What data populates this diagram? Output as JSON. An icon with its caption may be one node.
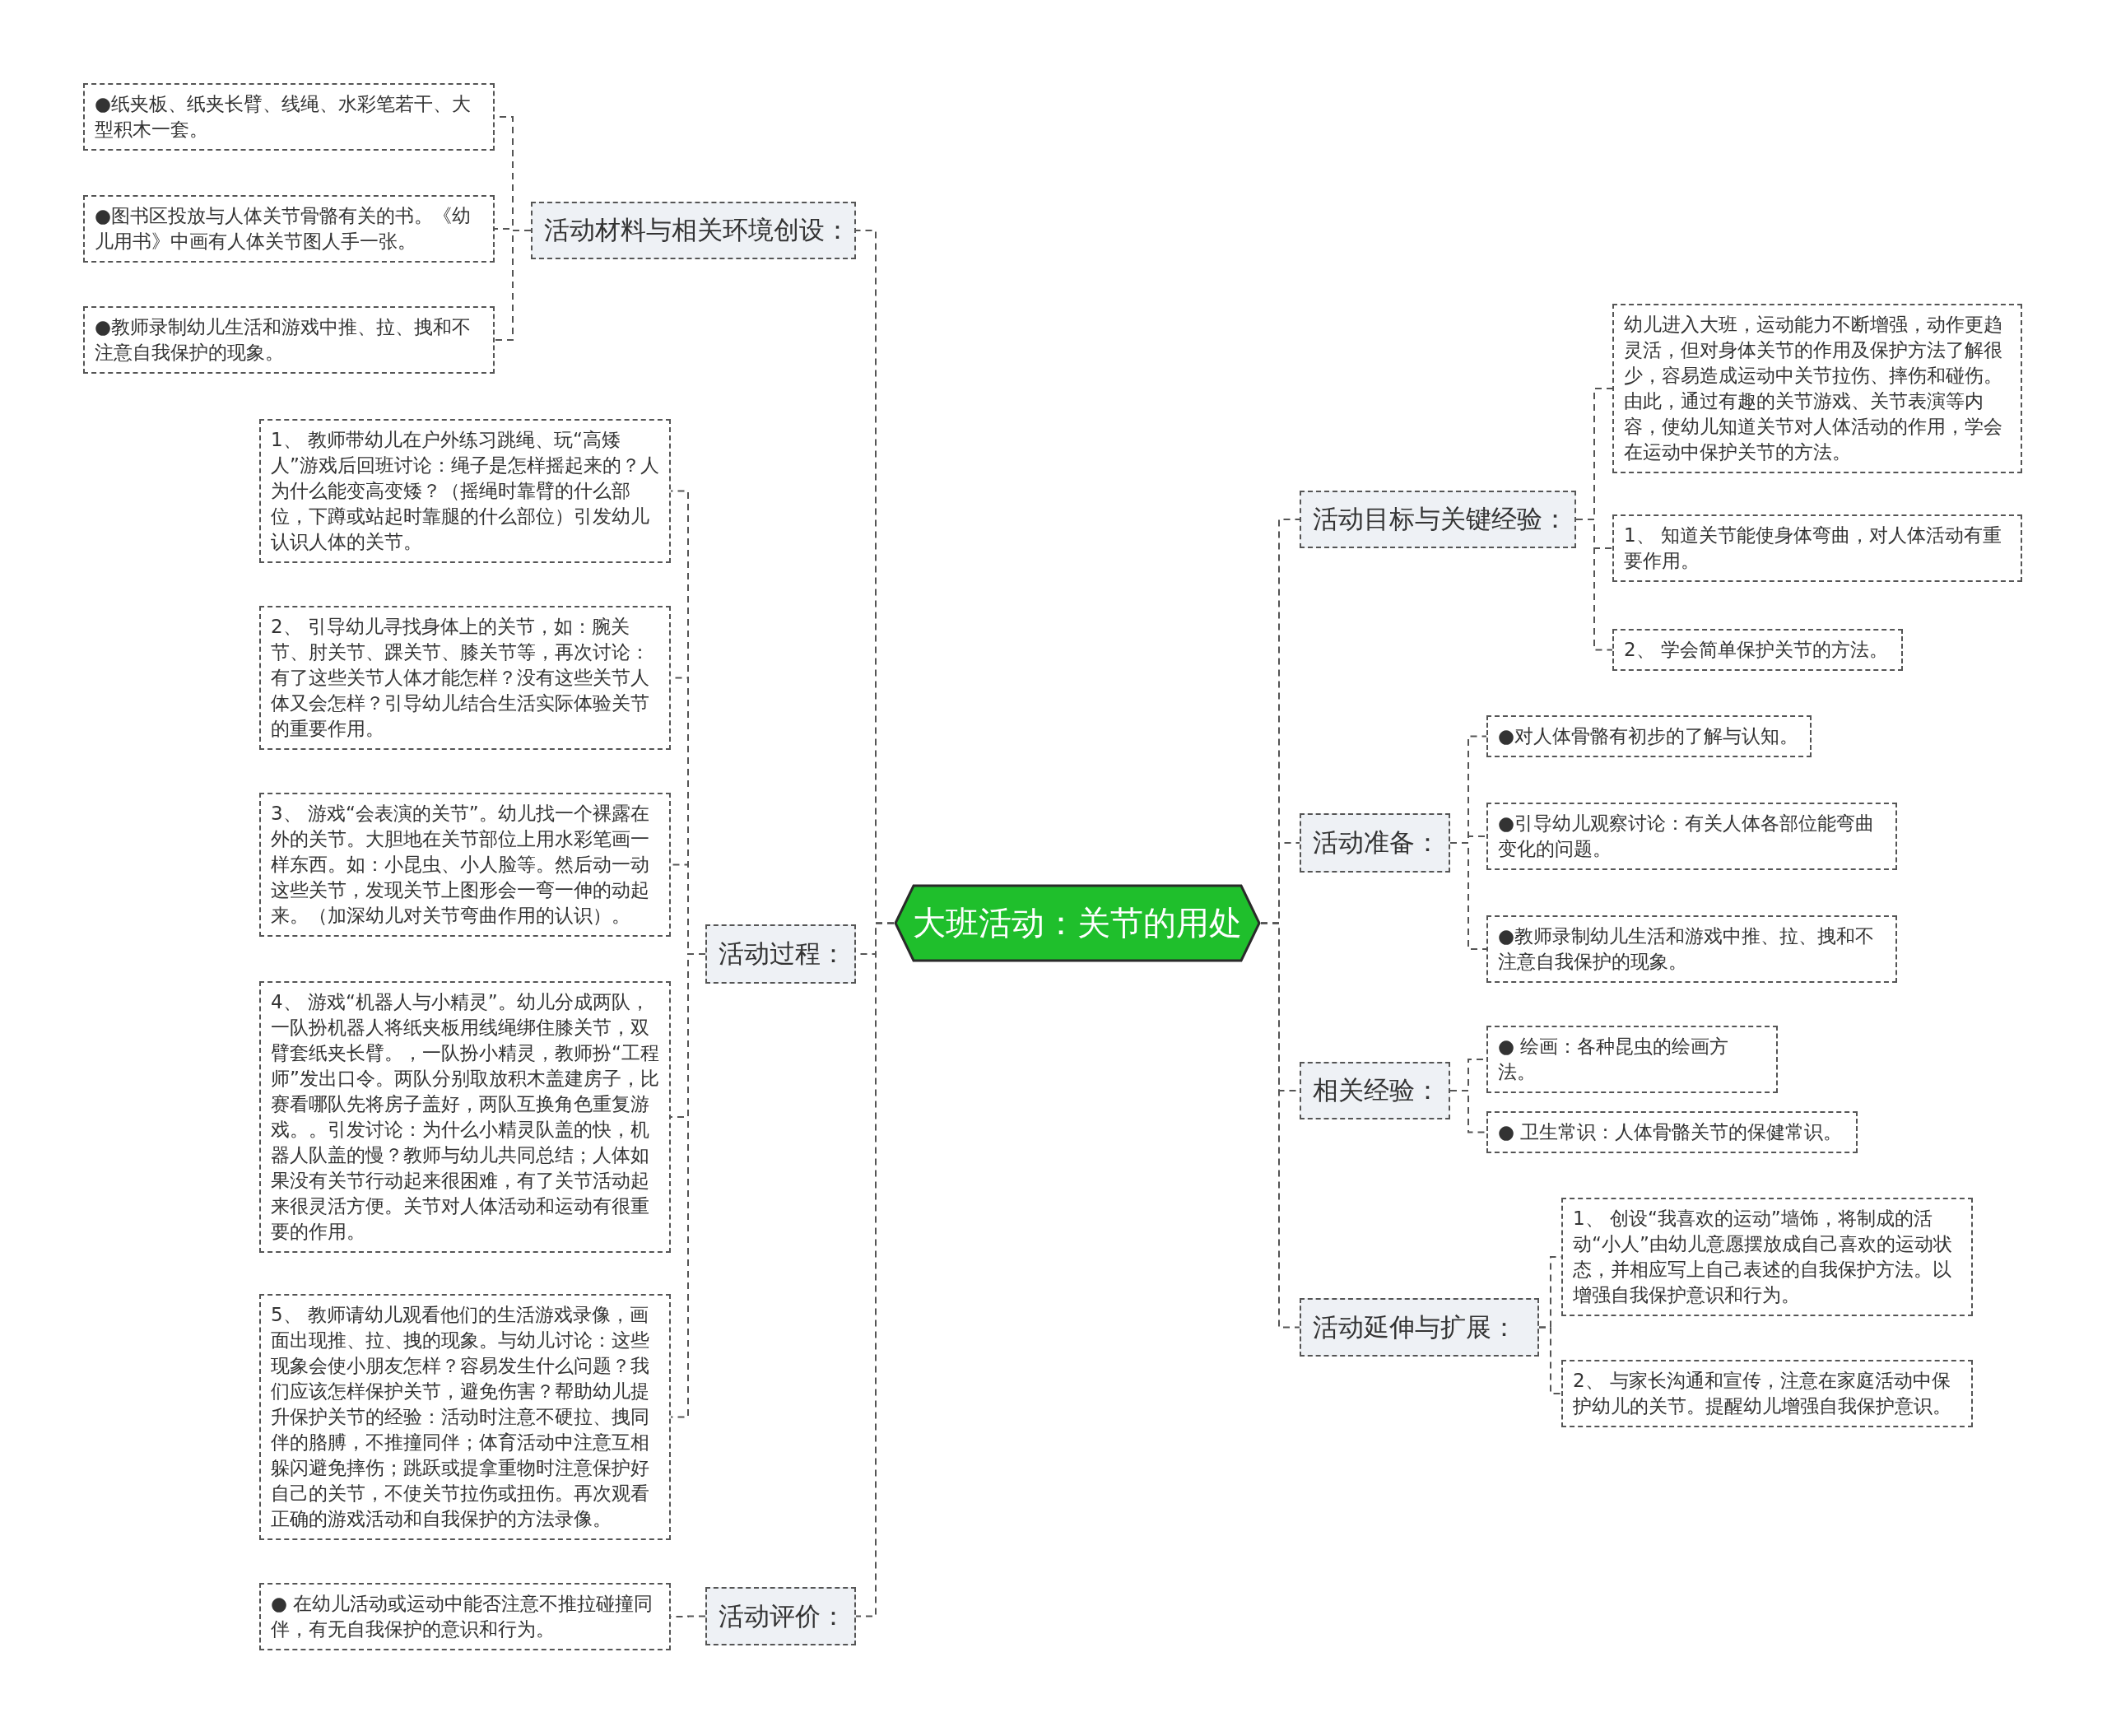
{
  "diagram": {
    "nodes": [
      {
        "text": [
          "大班活动：关节的用处"
        ]
      },
      {
        "text": [
          "活动材料与相关环境创设："
        ]
      },
      {
        "text": [
          "●纸夹板、纸夹长臂、线绳、水彩笔若干、大型积木一套。"
        ]
      },
      {
        "text": [
          "●图书区投放与人体关节骨骼有关的书。《幼儿用书》中画有人体关节图人手一张。"
        ]
      },
      {
        "text": [
          "●教师录制幼儿生活和游戏中推、拉、拽和不注意自我保护的现象。"
        ]
      },
      {
        "text": [
          "活动过程："
        ]
      },
      {
        "text": [
          "1、 教师带幼儿在户外练习跳绳、玩“高矮人”游戏后回班讨论：绳子是怎样摇起来的？人为什么能变高变矮？（摇绳时靠臂的什么部位，下蹲或站起时靠腿的什么部位）引发幼儿认识人体的关节。"
        ]
      },
      {
        "text": [
          "2、 引导幼儿寻找身体上的关节，如：腕关节、肘关节、踝关节、膝关节等，再次讨论：有了这些关节人体才能怎样？没有这些关节人体又会怎样？引导幼儿结合生活实际体验关节的重要作用。"
        ]
      },
      {
        "text": [
          "3、 游戏“会表演的关节”。幼儿找一个裸露在外的关节。大胆地在关节部位上用水彩笔画一样东西。如：小昆虫、小人脸等。然后动一动这些关节，发现关节上图形会一弯一伸的动起来。（加深幼儿对关节弯曲作用的认识）。"
        ]
      },
      {
        "text": [
          "4、 游戏“机器人与小精灵”。幼儿分成两队，一队扮机器人将纸夹板用线绳绑住膝关节，双臂套纸夹长臂。，一队扮小精灵，教师扮“工程师”发出口令。两队分别取放积木盖建房子，比赛看哪队先将房子盖好，两队互换角色重复游戏。。引发讨论：为什么小精灵队盖的快，机器人队盖的慢？教师与幼儿共同总结；人体如果没有关节行动起来很困难，有了关节活动起来很灵活方便。关节对人体活动和运动有很重要的作用。"
        ]
      },
      {
        "text": [
          "5、 教师请幼儿观看他们的生活游戏录像，画面出现推、拉、拽的现象。与幼儿讨论：这些现象会使小朋友怎样？容易发生什么问题？我们应该怎样保护关节，避免伤害？帮助幼儿提升保护关节的经验：活动时注意不硬拉、拽同伴的胳膊，不推撞同伴；体育活动中注意互相躲闪避免摔伤；跳跃或提拿重物时注意保护好自己的关节，不使关节拉伤或扭伤。再次观看正确的游戏活动和自我保护的方法录像。"
        ]
      },
      {
        "text": [
          "活动评价："
        ]
      },
      {
        "text": [
          "● 在幼儿活动或运动中能否注意不推拉碰撞同伴，有无自我保护的意识和行为。"
        ]
      },
      {
        "text": [
          "活动目标与关键经验："
        ]
      },
      {
        "text": [
          "幼儿进入大班，运动能力不断增强，动作更趋灵活，但对身体关节的作用及保护方法了解很少，容易造成运动中关节拉伤、摔伤和碰伤。由此，通过有趣的关节游戏、关节表演等内容，使幼儿知道关节对人体活动的作用，学会在运动中保护关节的方法。"
        ]
      },
      {
        "text": [
          "1、 知道关节能使身体弯曲，对人体活动有重要作用。"
        ]
      },
      {
        "text": [
          "2、 学会简单保护关节的方法。"
        ]
      },
      {
        "text": [
          "活动准备："
        ]
      },
      {
        "text": [
          "●对人体骨骼有初步的了解与认知。"
        ]
      },
      {
        "text": [
          "●引导幼儿观察讨论：有关人体各部位能弯曲变化的问题。"
        ]
      },
      {
        "text": [
          "●教师录制幼儿生活和游戏中推、拉、拽和不注意自我保护的现象。"
        ]
      },
      {
        "text": [
          "相关经验："
        ]
      },
      {
        "text": [
          "● 绘画：各种昆虫的绘画方法。"
        ]
      },
      {
        "text": [
          "● 卫生常识：人体骨骼关节的保健常识。"
        ]
      },
      {
        "text": [
          "活动延伸与扩展："
        ]
      },
      {
        "text": [
          "1、 创设“我喜欢的运动”墙饰，将制成的活动“小人”由幼儿意愿摆放成自己喜欢的运动状态，并相应写上自己表述的自我保护方法。以增强自我保护意识和行为。"
        ]
      },
      {
        "text": [
          "2、 与家长沟通和宣传，注意在家庭活动中保护幼儿的关节。提醒幼儿增强自我保护意识。"
        ]
      }
    ],
    "edges": [
      {
        "from": 0,
        "to": 1,
        "arrow": "none",
        "style": "dashed"
      },
      {
        "from": 1,
        "to": 2,
        "arrow": "none",
        "style": "dashed"
      },
      {
        "from": 1,
        "to": 3,
        "arrow": "none",
        "style": "dashed"
      },
      {
        "from": 1,
        "to": 4,
        "arrow": "none",
        "style": "dashed"
      },
      {
        "from": 0,
        "to": 5,
        "arrow": "none",
        "style": "dashed"
      },
      {
        "from": 5,
        "to": 6,
        "arrow": "none",
        "style": "dashed"
      },
      {
        "from": 5,
        "to": 7,
        "arrow": "none",
        "style": "dashed"
      },
      {
        "from": 5,
        "to": 8,
        "arrow": "none",
        "style": "dashed"
      },
      {
        "from": 5,
        "to": 9,
        "arrow": "none",
        "style": "dashed"
      },
      {
        "from": 5,
        "to": 10,
        "arrow": "none",
        "style": "dashed"
      },
      {
        "from": 0,
        "to": 11,
        "arrow": "none",
        "style": "dashed"
      },
      {
        "from": 11,
        "to": 12,
        "arrow": "none",
        "style": "dashed"
      },
      {
        "from": 0,
        "to": 13,
        "arrow": "none",
        "style": "dashed"
      },
      {
        "from": 13,
        "to": 14,
        "arrow": "none",
        "style": "dashed"
      },
      {
        "from": 13,
        "to": 15,
        "arrow": "none",
        "style": "dashed"
      },
      {
        "from": 13,
        "to": 16,
        "arrow": "none",
        "style": "dashed"
      },
      {
        "from": 0,
        "to": 17,
        "arrow": "none",
        "style": "dashed"
      },
      {
        "from": 17,
        "to": 18,
        "arrow": "none",
        "style": "dashed"
      },
      {
        "from": 17,
        "to": 19,
        "arrow": "none",
        "style": "dashed"
      },
      {
        "from": 17,
        "to": 20,
        "arrow": "none",
        "style": "dashed"
      },
      {
        "from": 0,
        "to": 21,
        "arrow": "none",
        "style": "dashed"
      },
      {
        "from": 21,
        "to": 22,
        "arrow": "none",
        "style": "dashed"
      },
      {
        "from": 21,
        "to": 23,
        "arrow": "none",
        "style": "dashed"
      },
      {
        "from": 0,
        "to": 24,
        "arrow": "none",
        "style": "dashed"
      },
      {
        "from": 24,
        "to": 25,
        "arrow": "none",
        "style": "dashed"
      },
      {
        "from": 24,
        "to": 26,
        "arrow": "none",
        "style": "dashed"
      }
    ]
  }
}
